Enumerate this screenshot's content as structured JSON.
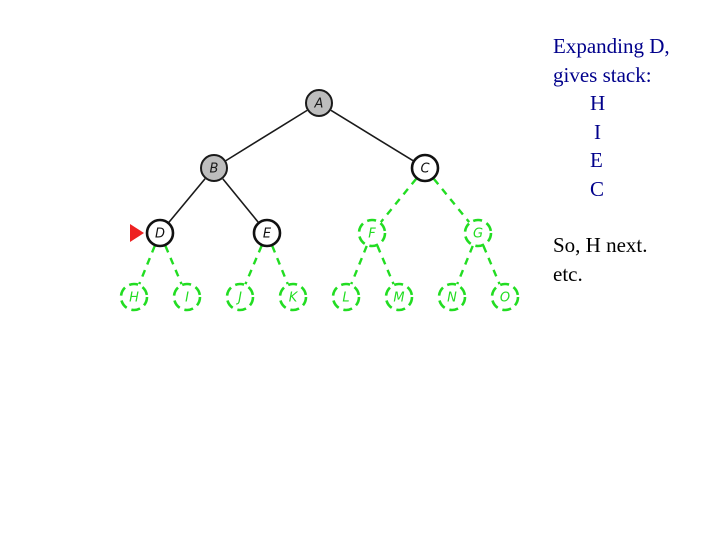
{
  "colors": {
    "visited_fill": "#bdbdbd",
    "visited_stroke": "#1a1a1a",
    "frontier_stroke": "#111111",
    "unvisited_stroke": "#22dd22",
    "marker": "#ee2222",
    "caption_text": "#00008b",
    "caption_text_dark": "#000000"
  },
  "tree": {
    "nodes": [
      {
        "id": "A",
        "label": "A",
        "state": "visited"
      },
      {
        "id": "B",
        "label": "B",
        "state": "visited"
      },
      {
        "id": "C",
        "label": "C",
        "state": "frontier"
      },
      {
        "id": "D",
        "label": "D",
        "state": "frontier",
        "current": true
      },
      {
        "id": "E",
        "label": "E",
        "state": "frontier"
      },
      {
        "id": "F",
        "label": "F",
        "state": "unvisited"
      },
      {
        "id": "G",
        "label": "G",
        "state": "unvisited"
      },
      {
        "id": "H",
        "label": "H",
        "state": "unvisited"
      },
      {
        "id": "I",
        "label": "I",
        "state": "unvisited"
      },
      {
        "id": "J",
        "label": "J",
        "state": "unvisited"
      },
      {
        "id": "K",
        "label": "K",
        "state": "unvisited"
      },
      {
        "id": "L",
        "label": "L",
        "state": "unvisited"
      },
      {
        "id": "M",
        "label": "M",
        "state": "unvisited"
      },
      {
        "id": "N",
        "label": "N",
        "state": "unvisited"
      },
      {
        "id": "O",
        "label": "O",
        "state": "unvisited"
      }
    ],
    "edges": [
      {
        "from": "A",
        "to": "B",
        "state": "visited"
      },
      {
        "from": "A",
        "to": "C",
        "state": "visited"
      },
      {
        "from": "B",
        "to": "D",
        "state": "visited"
      },
      {
        "from": "B",
        "to": "E",
        "state": "visited"
      },
      {
        "from": "C",
        "to": "F",
        "state": "unvisited"
      },
      {
        "from": "C",
        "to": "G",
        "state": "unvisited"
      },
      {
        "from": "D",
        "to": "H",
        "state": "unvisited"
      },
      {
        "from": "D",
        "to": "I",
        "state": "unvisited"
      },
      {
        "from": "E",
        "to": "J",
        "state": "unvisited"
      },
      {
        "from": "E",
        "to": "K",
        "state": "unvisited"
      },
      {
        "from": "F",
        "to": "L",
        "state": "unvisited"
      },
      {
        "from": "F",
        "to": "M",
        "state": "unvisited"
      },
      {
        "from": "G",
        "to": "N",
        "state": "unvisited"
      },
      {
        "from": "G",
        "to": "O",
        "state": "unvisited"
      }
    ]
  },
  "caption": {
    "line1": "Expanding D,",
    "line2": "gives stack:",
    "stack": [
      "H",
      "I",
      "E",
      "C"
    ],
    "line_next": "So, H next.",
    "line_etc": "etc."
  }
}
